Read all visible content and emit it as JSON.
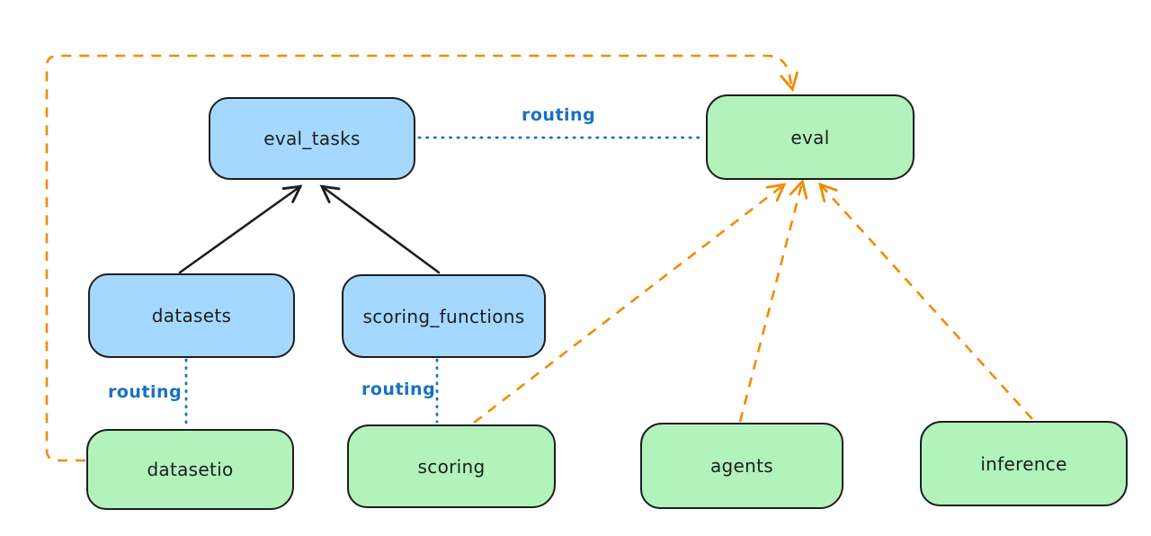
{
  "diagram": {
    "nodes": {
      "eval_tasks": {
        "label": "eval_tasks",
        "fill": "#a5d8ff"
      },
      "eval": {
        "label": "eval",
        "fill": "#b2f2bb"
      },
      "datasets": {
        "label": "datasets",
        "fill": "#a5d8ff"
      },
      "scoring_functions": {
        "label": "scoring_functions",
        "fill": "#a5d8ff"
      },
      "datasetio": {
        "label": "datasetio",
        "fill": "#b2f2bb"
      },
      "scoring": {
        "label": "scoring",
        "fill": "#b2f2bb"
      },
      "agents": {
        "label": "agents",
        "fill": "#b2f2bb"
      },
      "inference": {
        "label": "inference",
        "fill": "#b2f2bb"
      }
    },
    "edges": [
      {
        "from": "datasets",
        "to": "eval_tasks",
        "style": "solid-arrow",
        "color": "#1e1e1e"
      },
      {
        "from": "scoring_functions",
        "to": "eval_tasks",
        "style": "solid-arrow",
        "color": "#1e1e1e"
      },
      {
        "from": "eval_tasks",
        "to": "eval",
        "style": "dotted",
        "color": "#1971c2",
        "label": "routing"
      },
      {
        "from": "datasets",
        "to": "datasetio",
        "style": "dotted",
        "color": "#1971c2",
        "label": "routing"
      },
      {
        "from": "scoring_functions",
        "to": "scoring",
        "style": "dotted",
        "color": "#1971c2",
        "label": "routing"
      },
      {
        "from": "datasetio",
        "to": "eval",
        "style": "dashed-arrow",
        "color": "#f08c00"
      },
      {
        "from": "scoring",
        "to": "eval",
        "style": "dashed-arrow",
        "color": "#f08c00"
      },
      {
        "from": "agents",
        "to": "eval",
        "style": "dashed-arrow",
        "color": "#f08c00"
      },
      {
        "from": "inference",
        "to": "eval",
        "style": "dashed-arrow",
        "color": "#f08c00"
      }
    ],
    "colors": {
      "background": "#ffffff",
      "blue_node_fill": "#a5d8ff",
      "green_node_fill": "#b2f2bb",
      "node_stroke": "#1e1e1e",
      "routing_edge": "#1971c2",
      "dashed_edge": "#f08c00"
    }
  }
}
